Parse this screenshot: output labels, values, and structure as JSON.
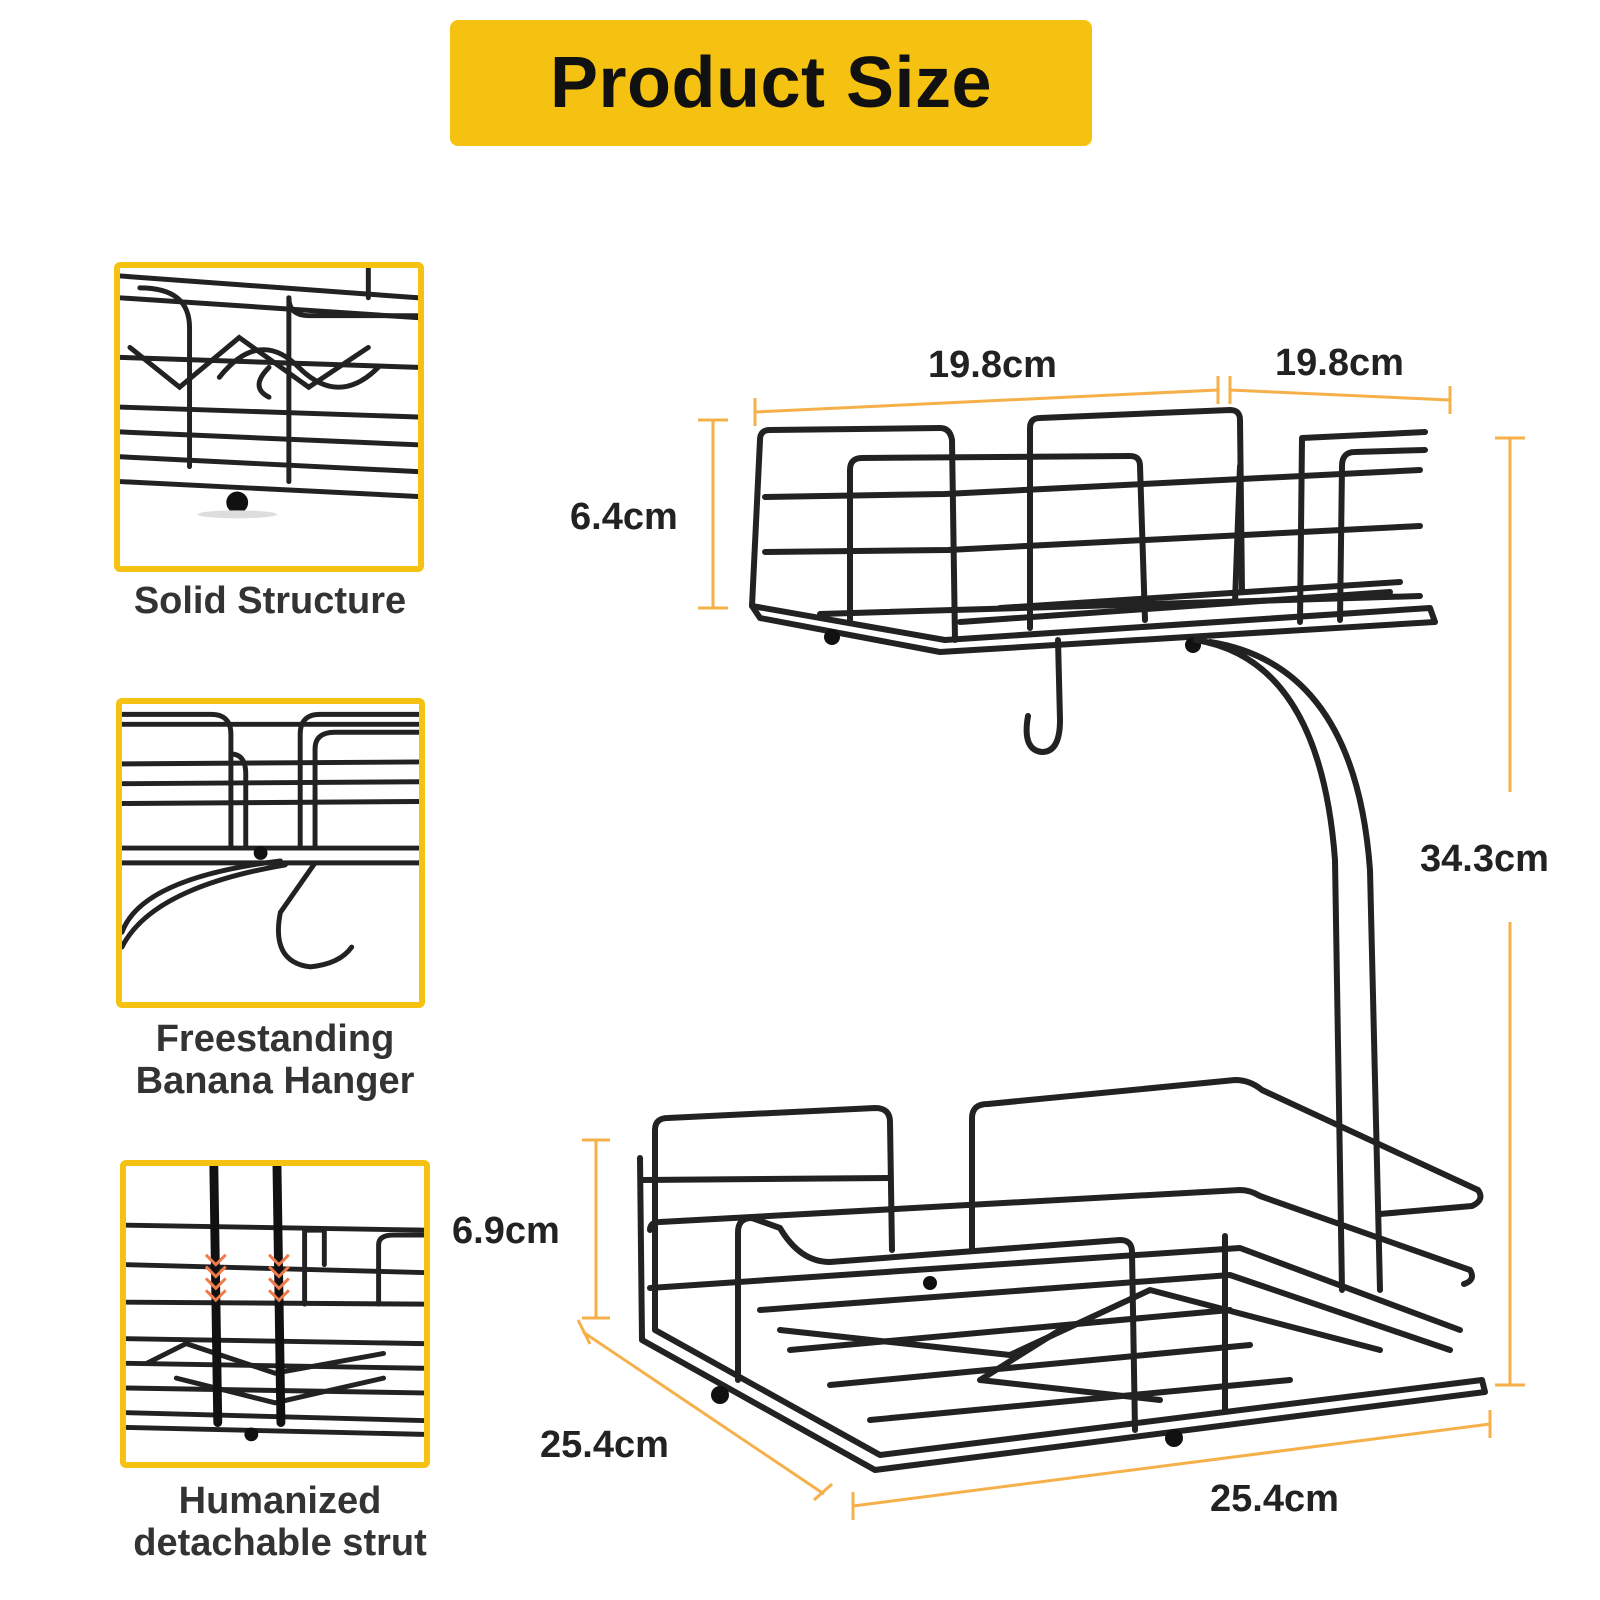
{
  "title": "Product Size",
  "colors": {
    "accent": "#f5c211",
    "dimension_line": "#f6b04a",
    "wire": "#222222",
    "arrow": "#f07a4a",
    "text": "#333333"
  },
  "features": [
    {
      "caption": "Solid Structure"
    },
    {
      "caption_line1": "Freestanding",
      "caption_line2": "Banana Hanger"
    },
    {
      "caption_line1": "Humanized",
      "caption_line2": "detachable strut"
    }
  ],
  "dimensions": {
    "top_width": "19.8cm",
    "top_depth": "19.8cm",
    "top_height": "6.4cm",
    "total_height": "34.3cm",
    "bottom_height": "6.9cm",
    "bottom_depth": "25.4cm",
    "bottom_width": "25.4cm"
  }
}
